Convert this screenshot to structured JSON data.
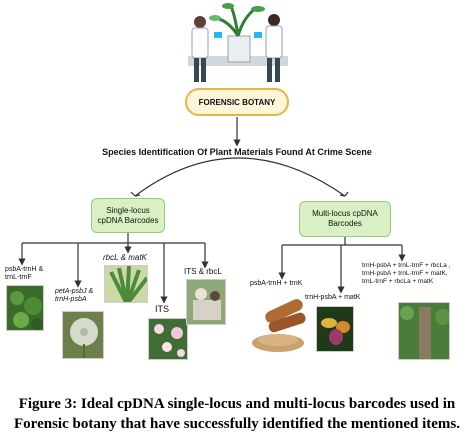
{
  "center": {
    "label": "FORENSIC BOTANY"
  },
  "title": "Species Identification Of Plant Materials Found At Crime Scene",
  "single_box": {
    "line1": "Single-locus",
    "line2": "cpDNA Barcodes"
  },
  "multi_box": {
    "line1": "Multi-locus cpDNA",
    "line2": "Barcodes"
  },
  "single_items": [
    {
      "line1": "psbA-trnH &",
      "line2": "trnL-trnF"
    },
    {
      "line1": "petA-psbJ &",
      "line2": "trnH-psbA"
    },
    {
      "line1": "rbcL & matK"
    },
    {
      "line1": "ITS"
    },
    {
      "line1": "ITS & rbcL"
    }
  ],
  "multi_items": [
    {
      "line1": "psbA-trnH + trnK"
    },
    {
      "line1": "trnH-psbA + matK"
    },
    {
      "line1": "trnH-psbA + trnL-trnF + rbcLa ,",
      "line2": "trnH-psbA + trnL-trnF + matK,",
      "line3": "trnL-trnF + rbcLa + matK"
    }
  ],
  "caption": {
    "line1": "Figure 3: Ideal cpDNA single-locus and multi-locus barcodes used in",
    "line2": "Forensic botany that have successfully identified the mentioned items."
  },
  "colors": {
    "pill_border": "#e7b545",
    "box_fill": "#d9f0c4",
    "line": "#333333"
  }
}
